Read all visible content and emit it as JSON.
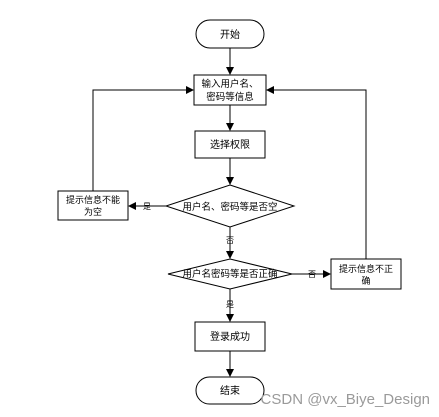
{
  "flowchart": {
    "start": "开始",
    "input": [
      "输入用户名、",
      "密码等信息"
    ],
    "select_permission": "选择权限",
    "check_empty": "用户名、密码等是否空",
    "prompt_empty": [
      "提示信息不能",
      "为空"
    ],
    "check_correct": "用户名密码等是否正确",
    "prompt_incorrect": [
      "提示信息不正",
      "确"
    ],
    "login_success": "登录成功",
    "end": "结束",
    "yes_label": "是",
    "no_label": "否"
  },
  "watermark": "CSDN @vx_Biye_Design"
}
